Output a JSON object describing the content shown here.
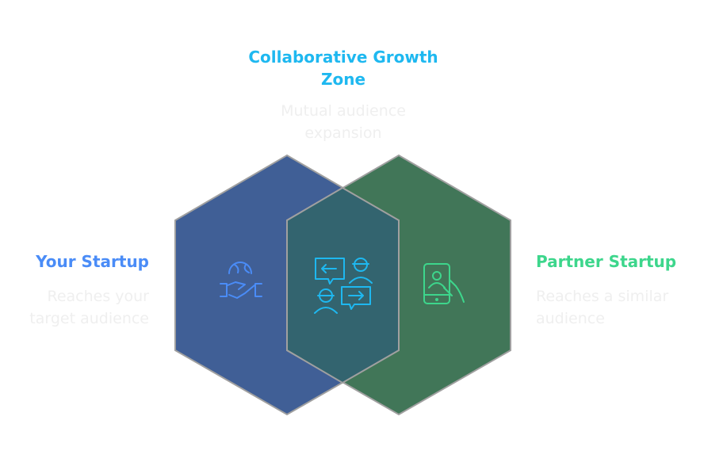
{
  "center": {
    "title": "Collaborative Growth Zone",
    "title_lines": [
      "Collaborative Growth",
      "Zone"
    ],
    "description_lines": [
      "Mutual audience",
      "expansion"
    ],
    "icon": "chat-exchange-people-icon"
  },
  "left": {
    "title": "Your Startup",
    "description_lines": [
      "Reaches your",
      "target audience"
    ],
    "icon": "handshake-globe-icon"
  },
  "right": {
    "title": "Partner Startup",
    "description_lines": [
      "Reaches a similar",
      "audience"
    ],
    "icon": "phone-person-hand-icon"
  },
  "colors": {
    "left_fill": "#405F96",
    "right_fill": "#417658",
    "overlap_fill": "#33646F",
    "stroke": "#A0A0A0",
    "left_title": "#4A8CF7",
    "center_title": "#1EB8F0",
    "right_title": "#3DD68C",
    "icon_left": "#4A8CF7",
    "icon_center": "#1EB8F0",
    "icon_right": "#3DD68C"
  }
}
